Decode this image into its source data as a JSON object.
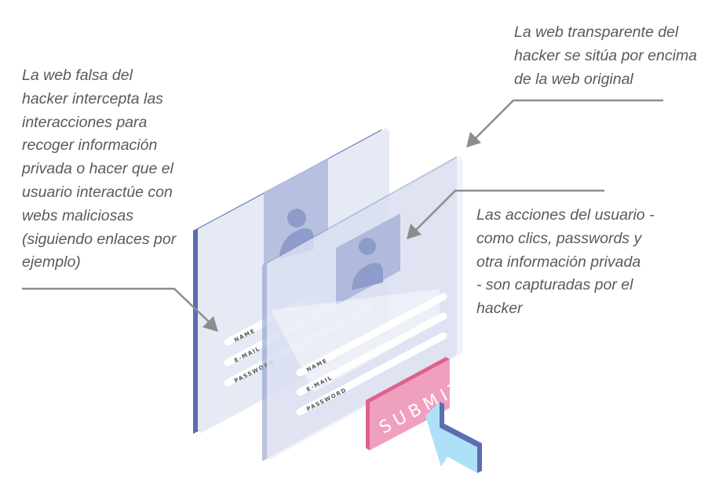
{
  "captions": {
    "left": [
      "La web falsa del",
      "hacker intercepta las",
      "interacciones para",
      "recoger información",
      "privada o hacer que el",
      "usuario interactúe con",
      "webs maliciosas",
      "(siguiendo enlaces por",
      "ejemplo)"
    ],
    "top_right": [
      "La web transparente del",
      "hacker se sitúa por encima",
      "de la web original"
    ],
    "mid_right": [
      "Las acciones del usuario -",
      "como clics, passwords y",
      "otra información privada",
      "- son capturadas por el",
      "hacker"
    ]
  },
  "original_form": {
    "fields": [
      "NAME",
      "E-MAIL",
      "PASSWORD"
    ]
  },
  "overlay_form": {
    "fields": [
      "NAME",
      "E-MAIL",
      "PASSWORD"
    ]
  },
  "submit_label": "SUBMIT",
  "colors": {
    "panel_edge": "#5a6fb0",
    "panel_face": "#e8ecf6",
    "photo": "#a9b2d8",
    "submit": "#f0a0bf",
    "submit_edge": "#e0608f",
    "cursor": "#aee0f8",
    "arrow": "#8c8c8c",
    "text": "#5a5a5a"
  }
}
